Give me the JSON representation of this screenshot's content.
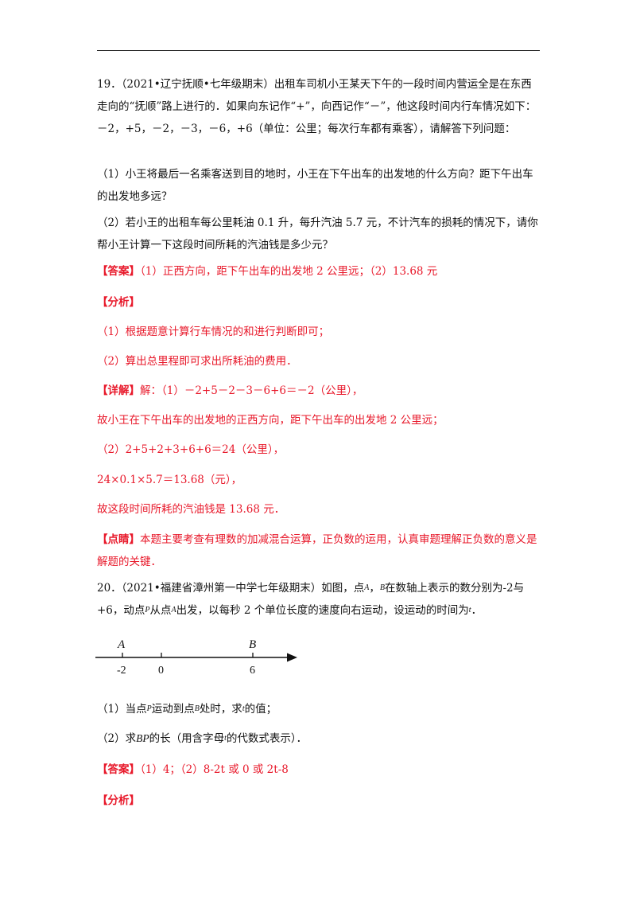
{
  "q19": {
    "stem": "19．（2021•辽宁抚顺•七年级期末）出租车司机小王某天下午的一段时间内营运全是在东西走向的“抚顺”路上进行的．如果向东记作“+”，向西记作“－”，他这段时间内行车情况如下：－2，+5，－2，－3，－6，+6（单位：公里；每次行车都有乘客），请解答下列问题：",
    "part1": "（1）小王将最后一名乘客送到目的地时，小王在下午出车的出发地的什么方向？距下午出车的出发地多远？",
    "part2": "（2）若小王的出租车每公里耗油 0.1 升，每升汽油 5.7 元，不计汽车的损耗的情况下，请你帮小王计算一下这段时间所耗的汽油钱是多少元？",
    "answer_tag": "【答案】",
    "answer_text": "（1）正西方向，距下午出车的出发地 2 公里远；（2）13.68 元",
    "analysis_tag": "【分析】",
    "analysis1": "（1）根据题意计算行车情况的和进行判断即可；",
    "analysis2": "（2）算出总里程即可求出所耗油的费用．",
    "detail_tag": "【详解】",
    "detail1": "解：（1）－2+5－2－3－6+6＝－2（公里），",
    "detail2": "故小王在下午出车的出发地的正西方向，距下午出车的出发地 2 公里远；",
    "detail3": "（2）2+5+2+3+6+6＝24（公里），",
    "detail4": "24×0.1×5.7＝13.68（元），",
    "detail5": "故这段时间所耗的汽油钱是 13.68 元．",
    "comment_tag": "【点睛】",
    "comment_text": "本题主要考查有理数的加减混合运算，正负数的运用，认真审题理解正负数的意义是解题的关键．"
  },
  "q20": {
    "stem_a": "20．（2021•福建省漳州第一中学七年级期末）如图，点",
    "A": "A",
    "sep1": "，",
    "B": "B",
    "stem_b": "在数轴上表示的数分别为-2与+6，动点",
    "P": "P",
    "stem_c": "从点",
    "stem_d": "出发，以每秒 2 个单位长度的速度向右运动，设运动的时间为",
    "t": "t",
    "end": "．",
    "numberline": {
      "label_a": "A",
      "label_b": "B",
      "tick_neg2": "-2",
      "tick_0": "0",
      "tick_6": "6"
    },
    "q1_a": "（1）当点",
    "q1_b": "运动到点",
    "q1_c": "处时，求",
    "q1_d": "的值；",
    "q2_a": "（2）求",
    "BP": "BP",
    "q2_b": "的长（用含字母",
    "q2_c": "的代数式表示）．",
    "answer_tag": "【答案】",
    "answer_text": "（1）4；（2）8-2t 或 0 或 2t-8",
    "analysis_tag": "【分析】"
  }
}
